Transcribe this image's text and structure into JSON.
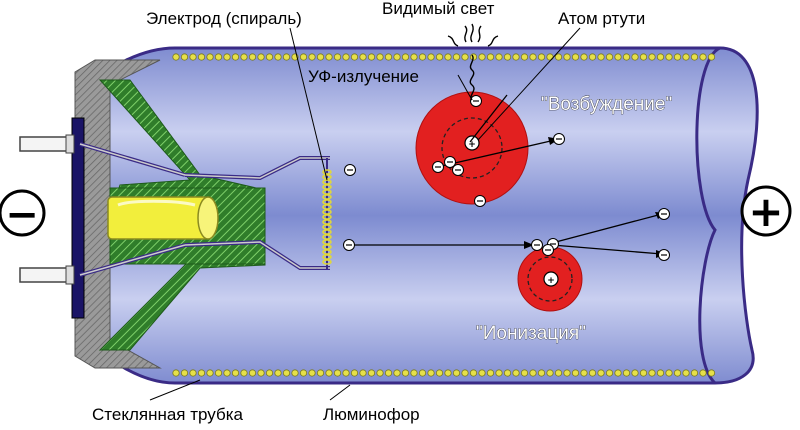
{
  "labels": {
    "electrode": "Электрод (спираль)",
    "visible_light": "Видимый свет",
    "mercury_atom": "Атом ртути",
    "uv_radiation": "УФ-излучение",
    "excitation": "\"Возбуждение\"",
    "ionization": "\"Ионизация\"",
    "glass_tube": "Стеклянная трубка",
    "phosphor": "Люминофор"
  },
  "terminals": {
    "cathode_sign": "−",
    "anode_sign": "+"
  },
  "colors": {
    "tube_blue": "#8f9bd6",
    "tube_light": "#c8cff0",
    "outline": "#3a2b86",
    "phosphor_yellow": "#e6e04a",
    "mercury_red": "#e22020",
    "cathode_green": "#4a9a3a",
    "electrode_yellow": "#f2ee3c"
  }
}
